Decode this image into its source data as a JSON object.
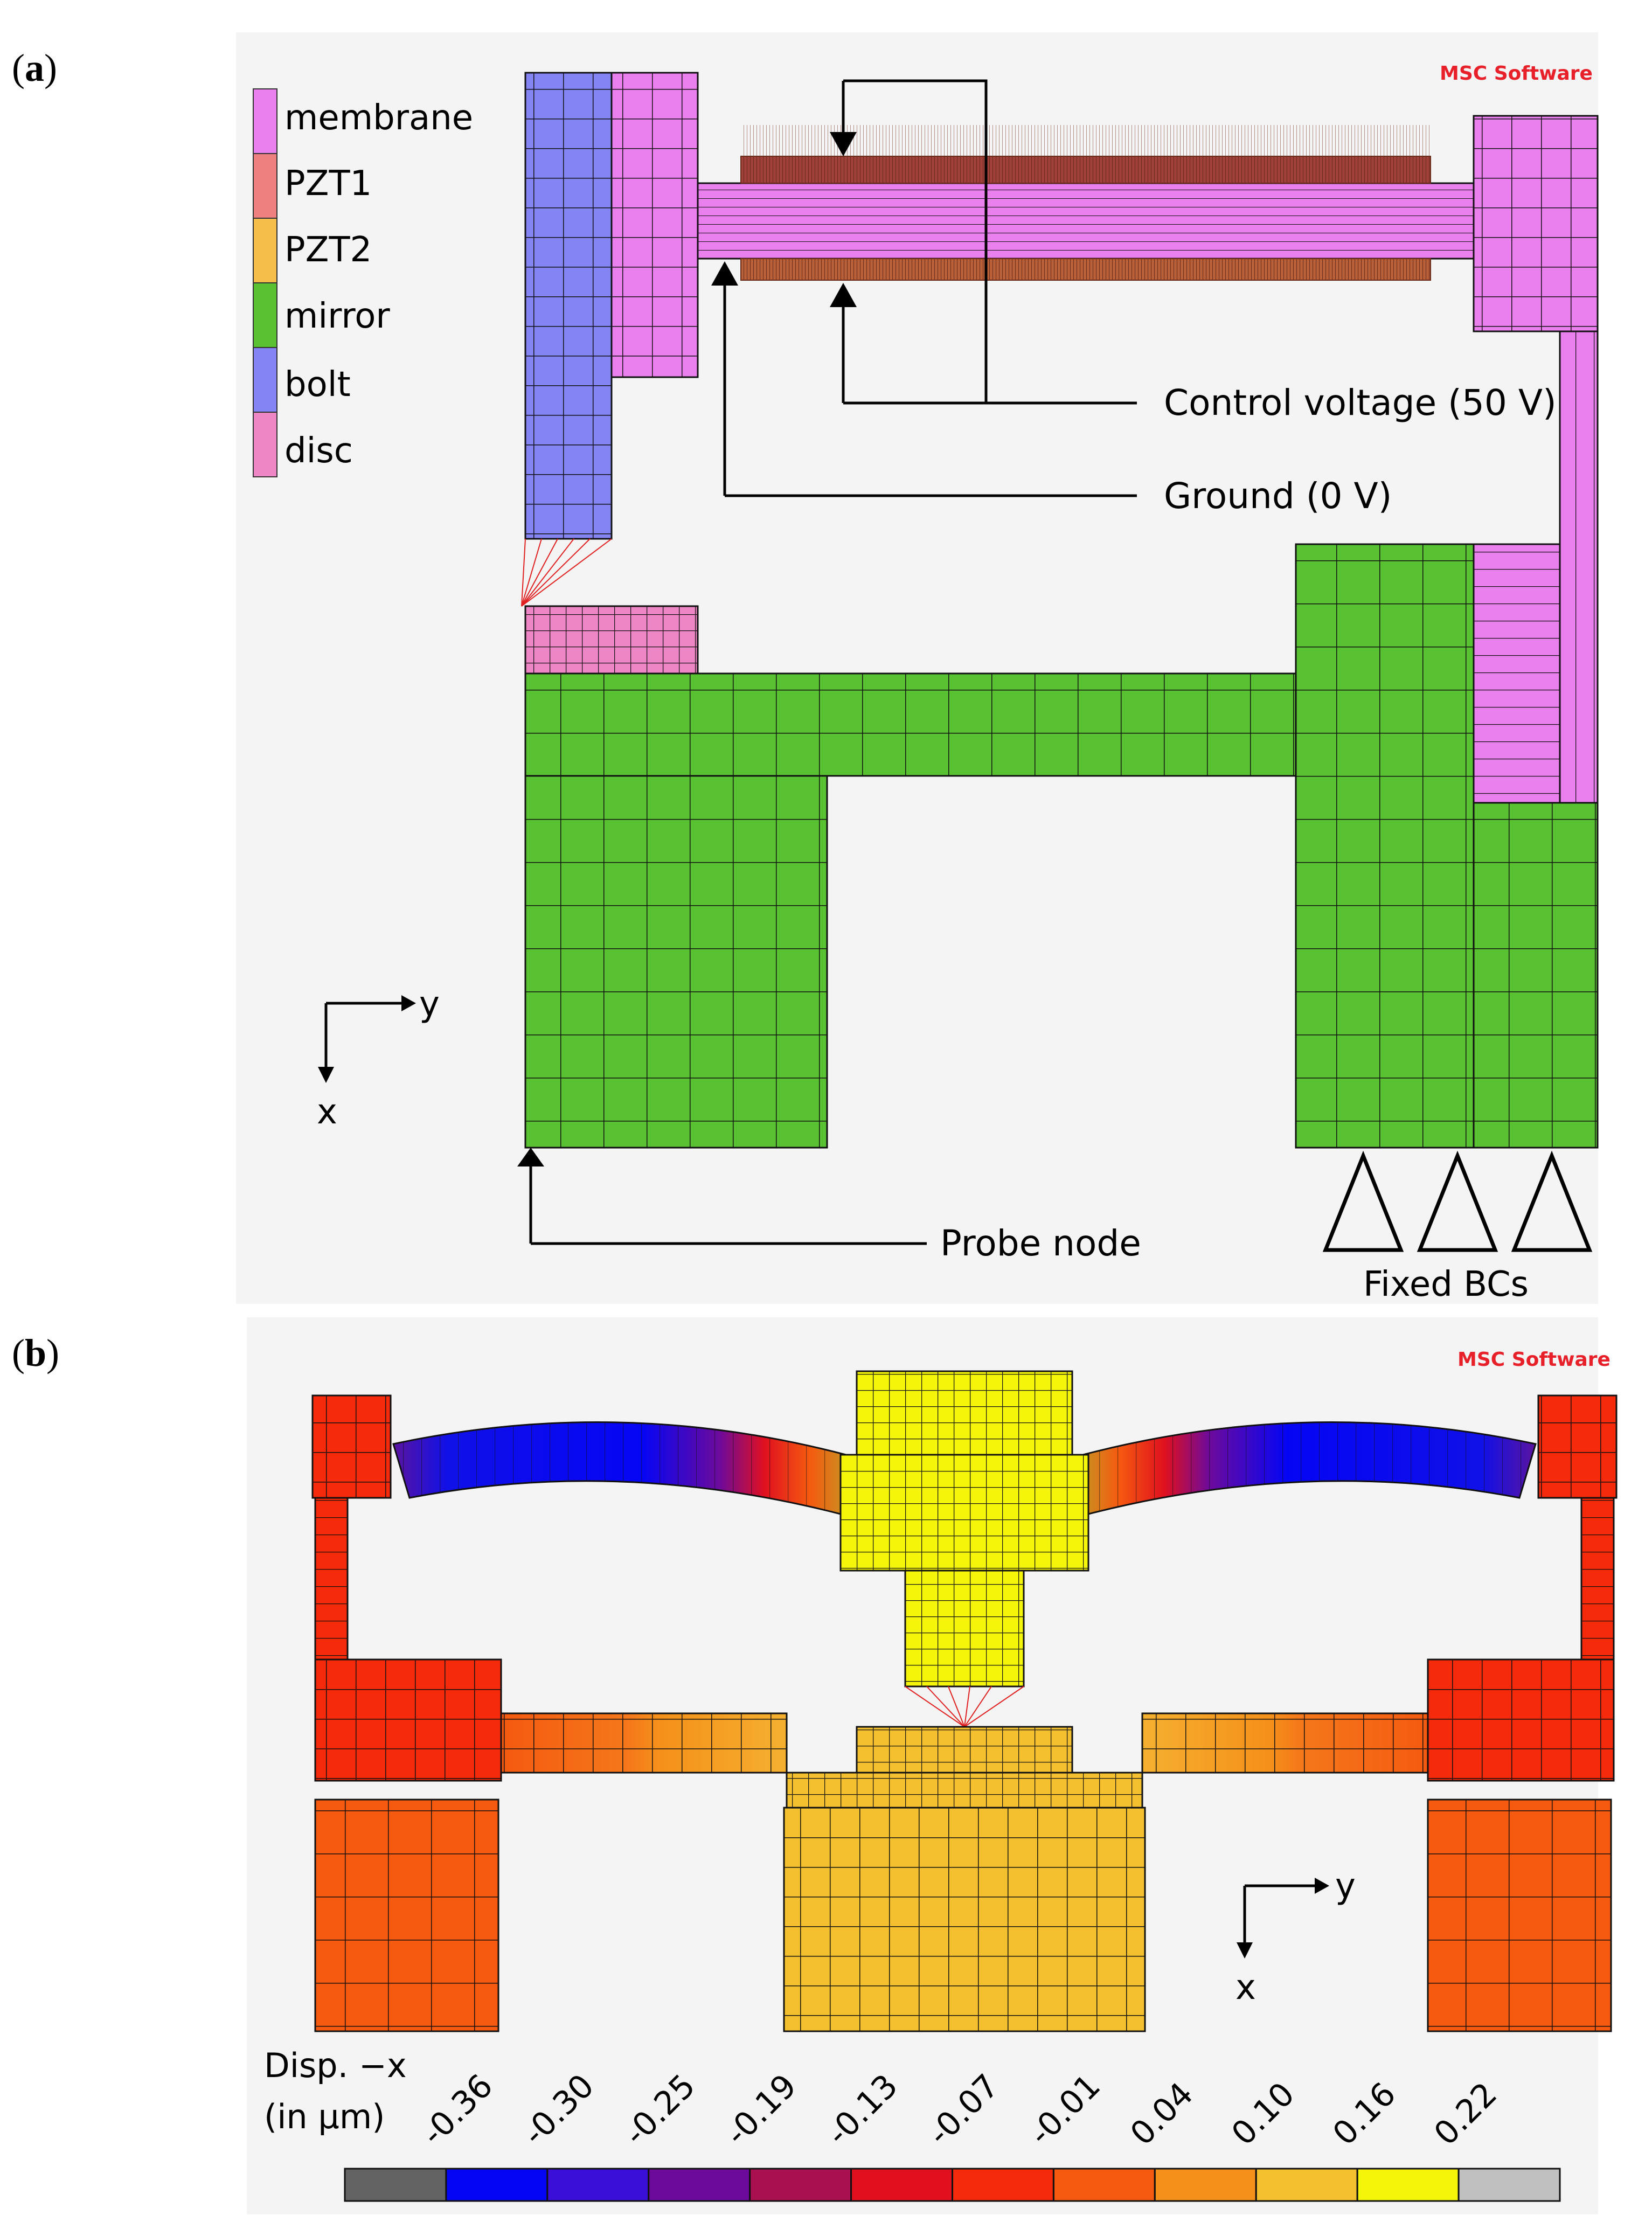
{
  "panels": {
    "a": {
      "label_open": "(",
      "label_letter": "a",
      "label_close": ")",
      "logo": "MSC Software",
      "legend": [
        {
          "name": "membrane",
          "color": "#ea80ee"
        },
        {
          "name": "PZT1",
          "color": "#ee8080"
        },
        {
          "name": "PZT2",
          "color": "#f5bd4a"
        },
        {
          "name": "mirror",
          "color": "#58c232"
        },
        {
          "name": "bolt",
          "color": "#8484f4"
        },
        {
          "name": "disc",
          "color": "#ee86c6"
        }
      ],
      "annotations": {
        "control_voltage": "Control voltage  (50 V)",
        "ground": "Ground (0 V)",
        "probe_node": "Probe node",
        "fixed_bcs": "Fixed BCs"
      },
      "axes": {
        "y": "y",
        "x": "x"
      }
    },
    "b": {
      "label_open": "(",
      "label_letter": "b",
      "label_close": ")",
      "logo": "MSC Software",
      "axes": {
        "y": "y",
        "x": "x"
      },
      "colorbar": {
        "title_line1": "Disp. −x",
        "title_line2": "(in µm)",
        "ticks": [
          "-0.36",
          "-0.30",
          "-0.25",
          "-0.19",
          "-0.13",
          "-0.07",
          "-0.01",
          "0.04",
          "0.10",
          "0.16",
          "0.22"
        ],
        "colors": [
          "#636363",
          "#0505f5",
          "#3a10d8",
          "#6c0a9c",
          "#a8104f",
          "#e0101f",
          "#f52a0a",
          "#f55a10",
          "#f5901a",
          "#f5c030",
          "#f5f50a",
          "#c0c0c0"
        ]
      }
    }
  }
}
